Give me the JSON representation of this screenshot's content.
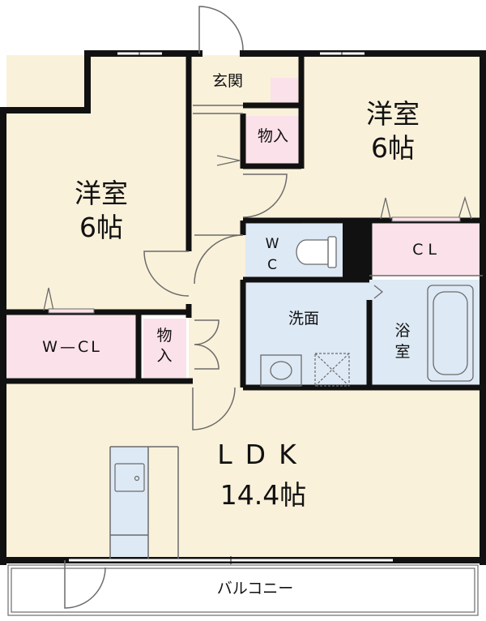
{
  "colors": {
    "room_cream": "#faf1da",
    "storage_pink": "#fbe1ea",
    "wet_blue": "#dde9f5",
    "wall": "#111111",
    "thin_line": "#6b6b6b"
  },
  "rooms": {
    "western_left": {
      "name": "洋室",
      "size": "6帖"
    },
    "western_right": {
      "name": "洋室",
      "size": "6帖"
    },
    "genkan": "玄関",
    "storage_top": "物入",
    "storage_mid": "物入",
    "wc": "WC",
    "closet": "CL",
    "walk_in_closet": "W—CL",
    "washroom": "洗面",
    "bathroom": "浴室",
    "ldk": {
      "name": "LDK",
      "size": "14.4帖"
    },
    "balcony": "バルコニー"
  }
}
